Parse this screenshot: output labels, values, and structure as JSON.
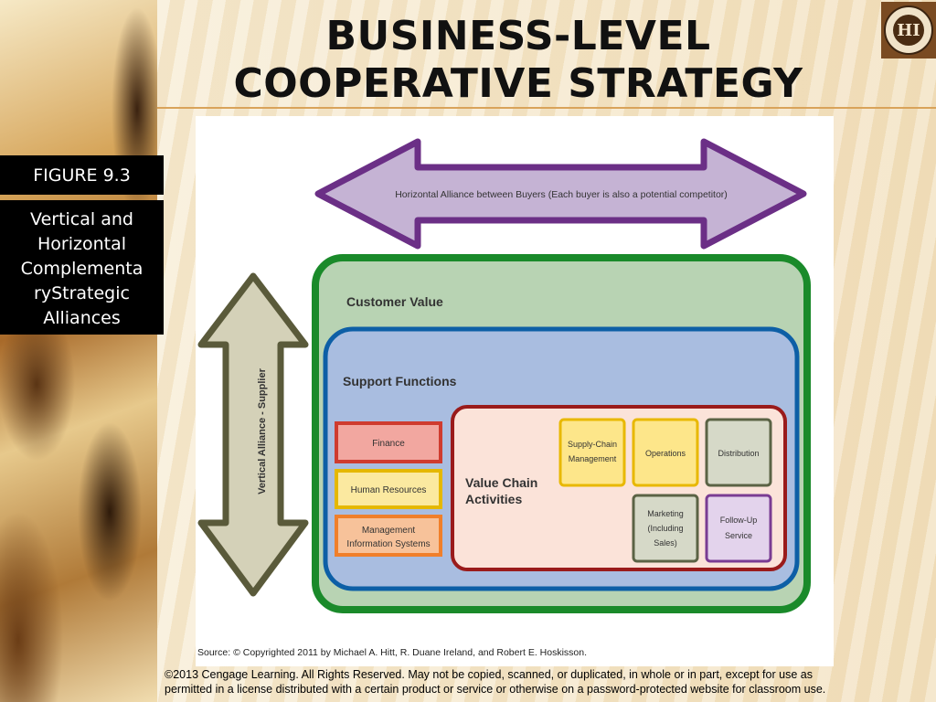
{
  "slide": {
    "title_line1": "BUSINESS-LEVEL",
    "title_line2": "COOPERATIVE STRATEGY",
    "logo_text": "HI",
    "figure_label": "FIGURE  9.3",
    "figure_desc": [
      "Vertical and",
      "Horizontal",
      "Complementa",
      "ryStrategic",
      "Alliances"
    ],
    "copyright_line1": "©2013 Cengage Learning.  All Rights Reserved.  May not be copied, scanned, or duplicated, in whole or in part, except for use as",
    "copyright_line2": "permitted in a license distributed with a certain product or service or otherwise on a password-protected website for classroom use."
  },
  "diagram": {
    "horizontal_arrow_label": "Horizontal Alliance between Buyers (Each buyer is also a potential competitor)",
    "vertical_arrow_label": "Vertical Alliance - Supplier",
    "customer_value": "Customer Value",
    "support_functions": "Support Functions",
    "value_chain_line1": "Value Chain",
    "value_chain_line2": "Activities",
    "support_boxes": {
      "finance": "Finance",
      "hr": "Human Resources",
      "mis_line1": "Management",
      "mis_line2": "Information Systems"
    },
    "activity_boxes": {
      "scm_line1": "Supply-Chain",
      "scm_line2": "Management",
      "operations": "Operations",
      "distribution": "Distribution",
      "marketing_line1": "Marketing",
      "marketing_line2": "(Including",
      "marketing_line3": "Sales)",
      "followup_line1": "Follow-Up",
      "followup_line2": "Service"
    },
    "source": "Source:  © Copyrighted 2011 by Michael A. Hitt, R. Duane Ireland, and Robert E. Hoskisson."
  }
}
